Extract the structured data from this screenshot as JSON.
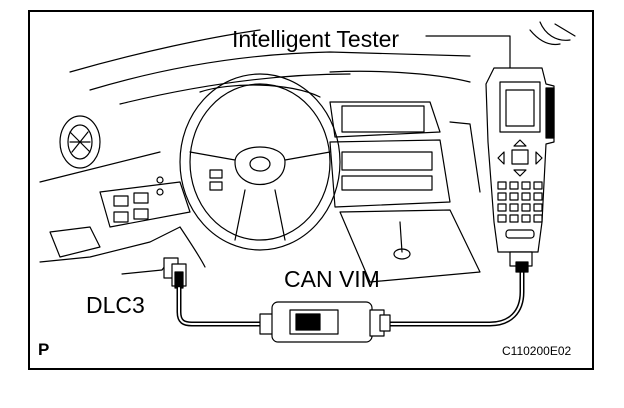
{
  "labels": {
    "tester": "Intelligent Tester",
    "can_vim": "CAN VIM",
    "dlc3": "DLC3",
    "view_marker": "P",
    "figure_code": "C110200E02"
  }
}
